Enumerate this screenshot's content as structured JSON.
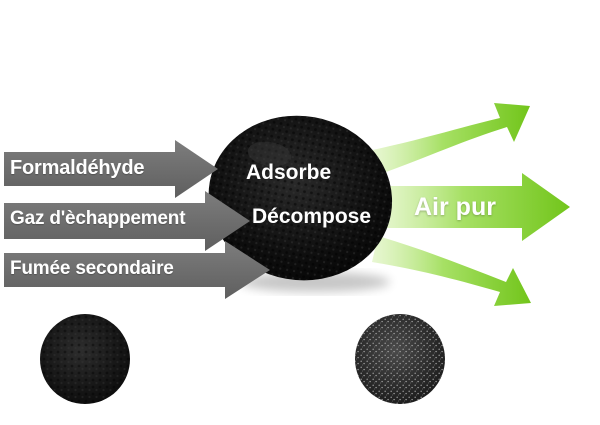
{
  "inputs": [
    {
      "label": "Formaldéhyde"
    },
    {
      "label": "Gaz d'èchappement"
    },
    {
      "label": "Fumée secondaire"
    }
  ],
  "process": {
    "label_top": "Adsorbe",
    "label_bottom": "Décompose"
  },
  "output": {
    "label": "Air pur"
  },
  "colors": {
    "input_arrow": "#6f6f6f",
    "output_arrow": "#7ccf1e",
    "carbon": "#111111"
  },
  "icons": {
    "carbon_blob": "carbon-sponge",
    "sample_left": "dark-carbon-disc",
    "sample_right": "speckled-carbon-disc"
  }
}
